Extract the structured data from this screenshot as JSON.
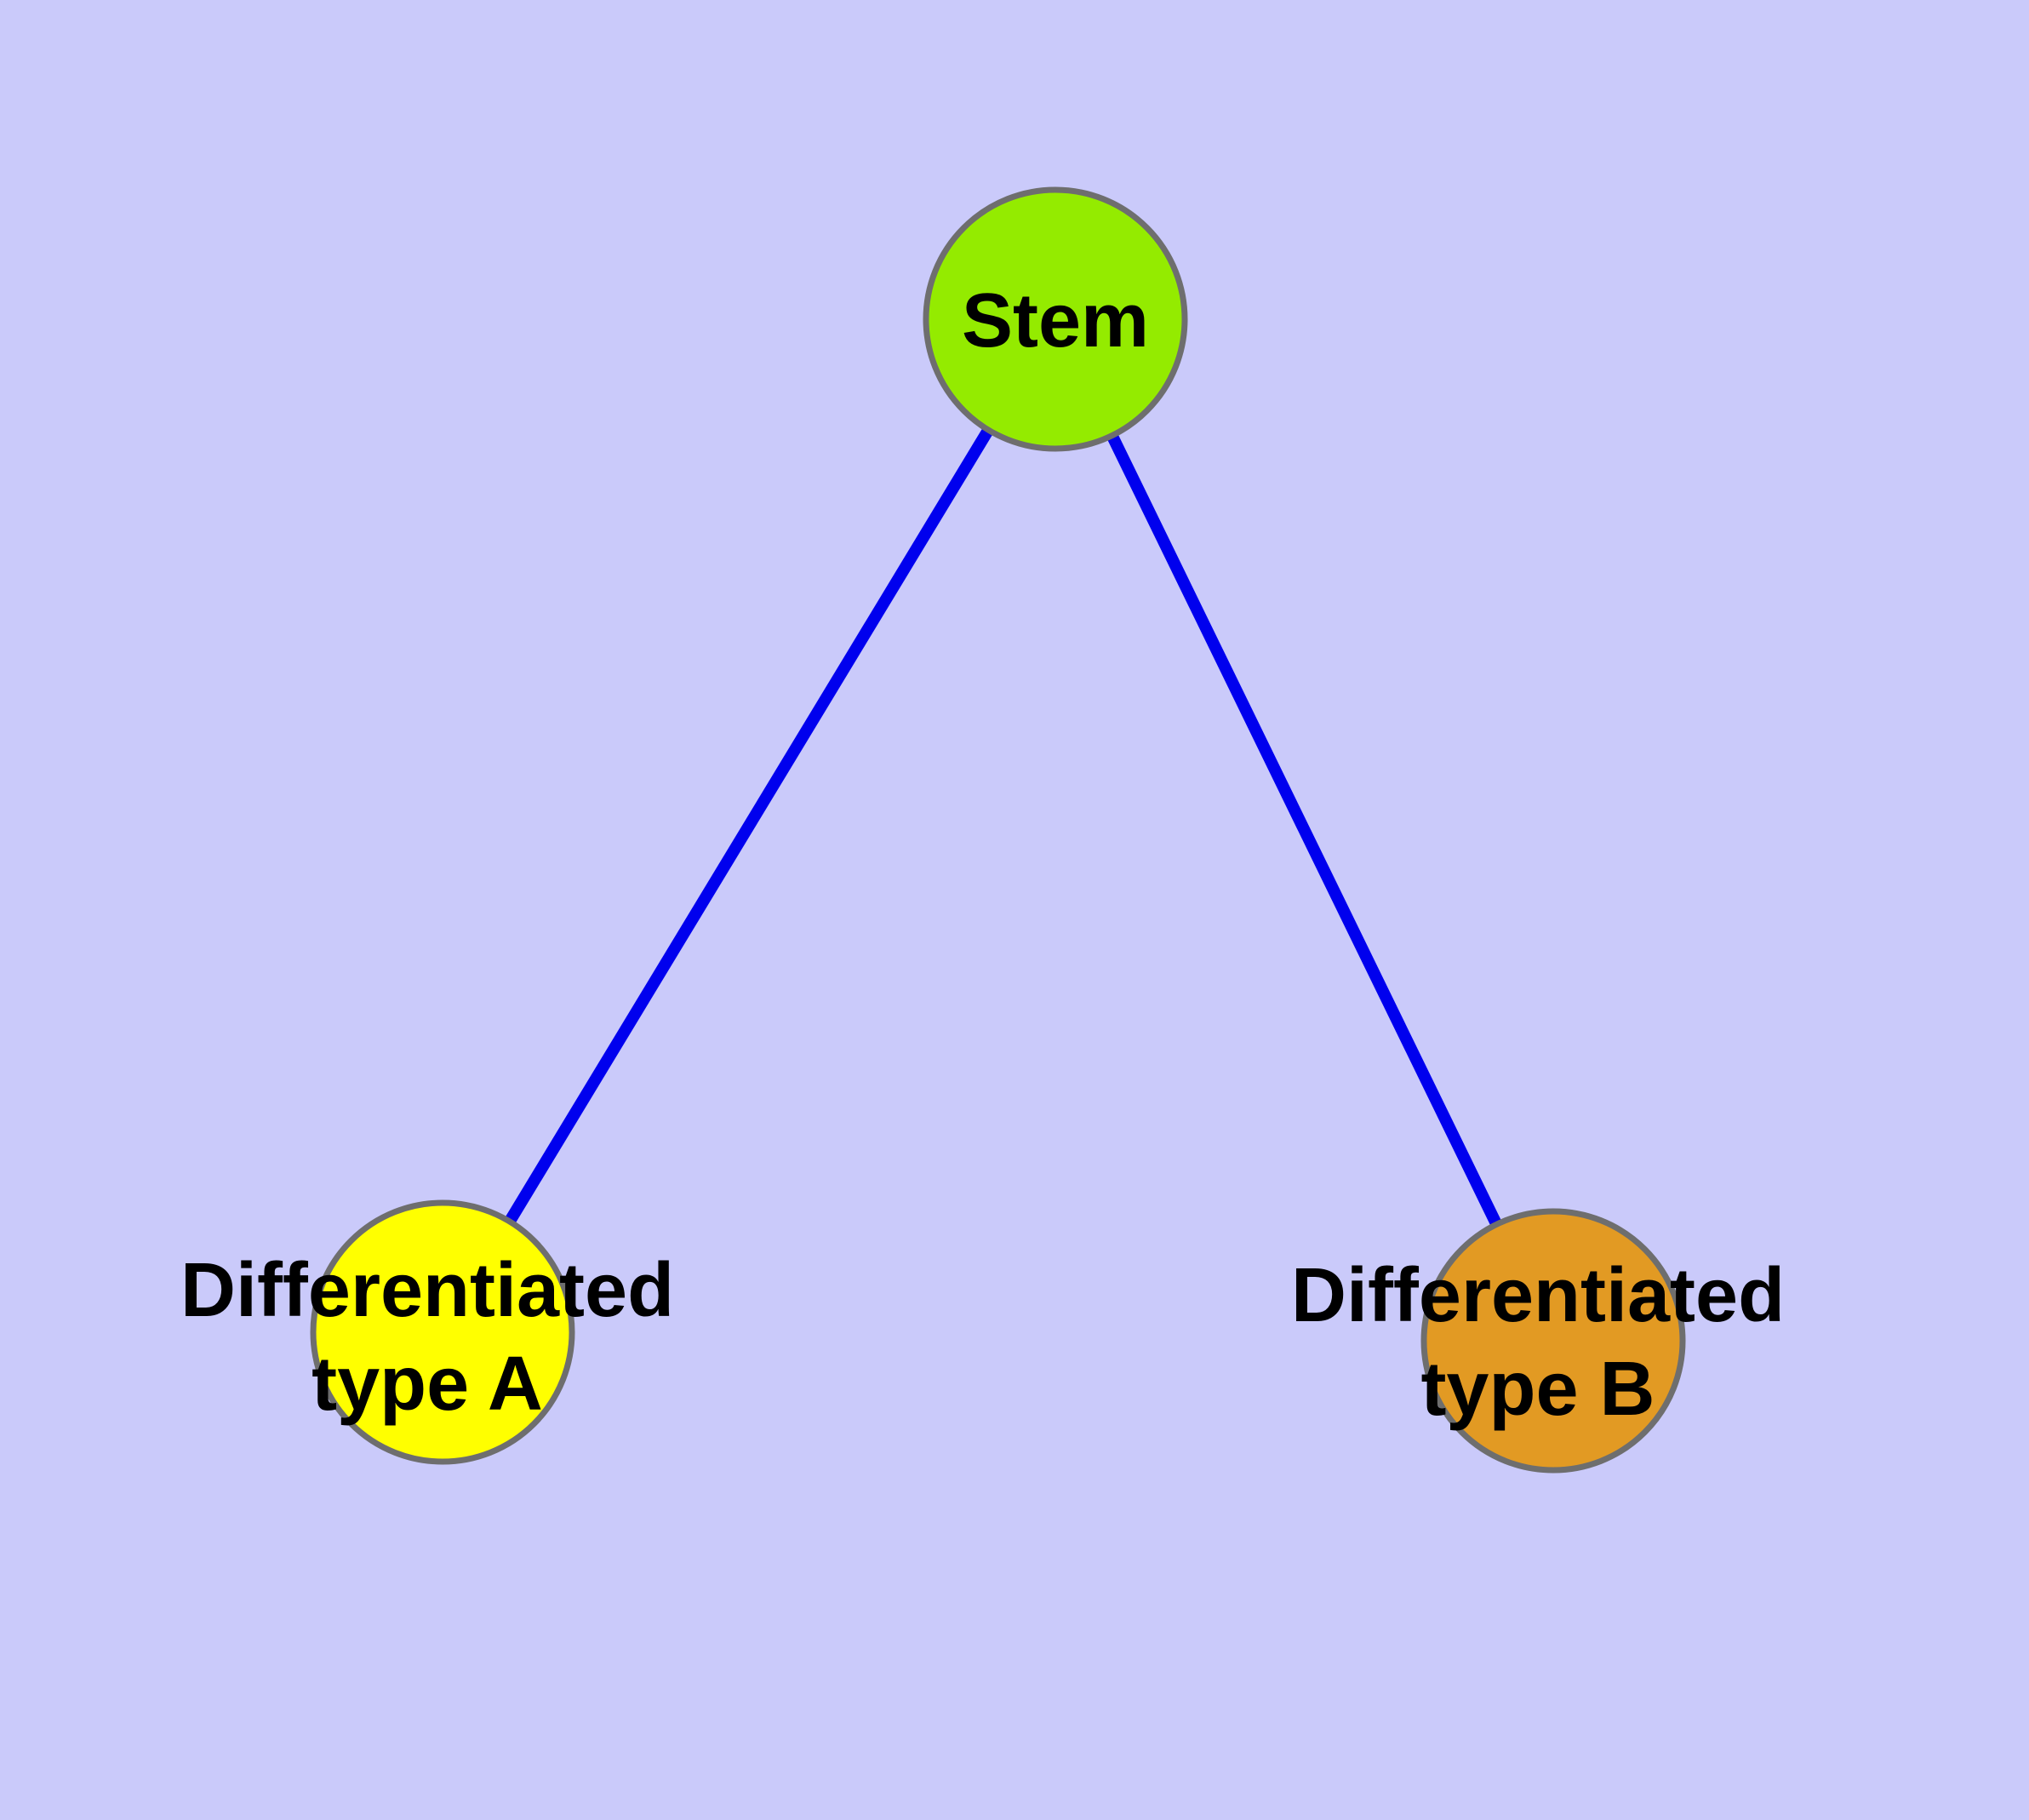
{
  "diagram": {
    "type": "graph",
    "style": {
      "background": "#CACAFA",
      "edge_color": "#0000EE",
      "node_border_color": "#6E6E6E",
      "label_color": "#000000"
    },
    "nodes": [
      {
        "id": "stem",
        "label": "Stem",
        "fill": "#94EB00"
      },
      {
        "id": "differentiated-type-a",
        "label": "Differentiated\ntype A",
        "fill": "#FFFF00"
      },
      {
        "id": "differentiated-type-b",
        "label": "Differentiated\ntype B",
        "fill": "#E29A23"
      }
    ],
    "edges": [
      {
        "from": "stem",
        "to": "differentiated-type-a"
      },
      {
        "from": "stem",
        "to": "differentiated-type-b"
      }
    ]
  }
}
